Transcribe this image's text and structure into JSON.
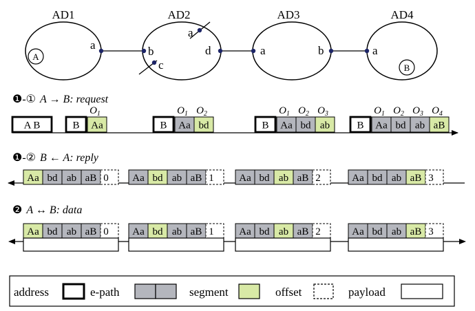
{
  "ads": [
    {
      "name": "AD1",
      "host": "A",
      "ports": [
        "a"
      ]
    },
    {
      "name": "AD2",
      "ports": [
        "a",
        "b",
        "c",
        "d"
      ]
    },
    {
      "name": "AD3",
      "ports": [
        "a",
        "b"
      ]
    },
    {
      "name": "AD4",
      "host": "B",
      "ports": [
        "a"
      ]
    }
  ],
  "sections": {
    "request": {
      "bullet": "❶-①",
      "title": "A → B: request"
    },
    "reply": {
      "bullet": "❶-②",
      "title": "B ← A: reply"
    },
    "data": {
      "bullet": "❷",
      "title": "A ↔ B: data"
    }
  },
  "request_packets": [
    {
      "address": "A B",
      "segments": [],
      "offset_labels": []
    },
    {
      "address": "B",
      "segments": [
        "Aa"
      ],
      "offset_labels": [
        "O1"
      ]
    },
    {
      "address": "B",
      "segments": [
        "Aa",
        "bd"
      ],
      "offset_labels": [
        "O1",
        "O2"
      ]
    },
    {
      "address": "B",
      "segments": [
        "Aa",
        "bd",
        "ab"
      ],
      "offset_labels": [
        "O1",
        "O2",
        "O3"
      ]
    },
    {
      "address": "B",
      "segments": [
        "Aa",
        "bd",
        "ab",
        "aB"
      ],
      "offset_labels": [
        "O1",
        "O2",
        "O3",
        "O4"
      ]
    }
  ],
  "path_segments": [
    "Aa",
    "bd",
    "ab",
    "aB"
  ],
  "reply_packets": [
    {
      "highlight": 0,
      "offset": "0"
    },
    {
      "highlight": 1,
      "offset": "1"
    },
    {
      "highlight": 2,
      "offset": "2"
    },
    {
      "highlight": 3,
      "offset": "3"
    }
  ],
  "data_packets": [
    {
      "highlight": 0,
      "offset": "0"
    },
    {
      "highlight": 1,
      "offset": "1"
    },
    {
      "highlight": 2,
      "offset": "2"
    },
    {
      "highlight": 3,
      "offset": "3"
    }
  ],
  "legend": [
    {
      "label": "address",
      "kind": "address"
    },
    {
      "label": "e-path",
      "kind": "epath"
    },
    {
      "label": "segment",
      "kind": "segment"
    },
    {
      "label": "offset",
      "kind": "offset"
    },
    {
      "label": "payload",
      "kind": "payload"
    }
  ],
  "colors": {
    "gray": "#b4b6bd",
    "green": "#d8e9a6",
    "line": "#000000",
    "dot": "#1c2466"
  }
}
